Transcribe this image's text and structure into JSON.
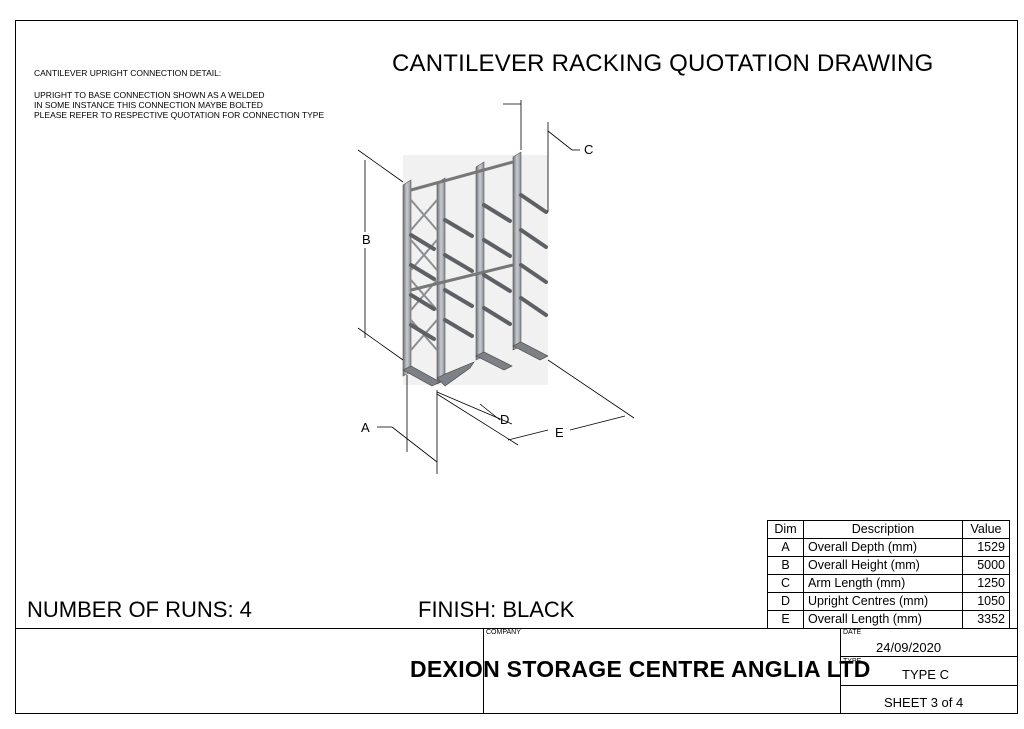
{
  "title": "CANTILEVER RACKING QUOTATION DRAWING",
  "notes": {
    "heading": "CANTILEVER UPRIGHT CONNECTION DETAIL:",
    "line1": "UPRIGHT TO BASE CONNECTION SHOWN AS A WELDED",
    "line2": "IN SOME INSTANCE THIS CONNECTION MAYBE BOLTED",
    "line3": "PLEASE REFER TO RESPECTIVE QUOTATION FOR CONNECTION TYPE"
  },
  "drawing_labels": {
    "a": "A",
    "b": "B",
    "c": "C",
    "d": "D",
    "e": "E"
  },
  "runs": "NUMBER OF RUNS: 4",
  "finish": "FINISH: BLACK",
  "dim_table": {
    "headers": {
      "dim": "Dim",
      "description": "Description",
      "value": "Value"
    },
    "rows": [
      {
        "dim": "A",
        "description": "Overall Depth (mm)",
        "value": "1529"
      },
      {
        "dim": "B",
        "description": "Overall Height (mm)",
        "value": "5000"
      },
      {
        "dim": "C",
        "description": "Arm Length (mm)",
        "value": "1250"
      },
      {
        "dim": "D",
        "description": "Upright Centres (mm)",
        "value": "1050"
      },
      {
        "dim": "E",
        "description": "Overall Length (mm)",
        "value": "3352"
      }
    ]
  },
  "title_block": {
    "company_caption": "COMPANY",
    "company": "DEXION STORAGE CENTRE ANGLIA LTD",
    "date_caption": "DATE",
    "date": "24/09/2020",
    "type_caption": "TYPE",
    "type": "TYPE C",
    "sheet": "SHEET 3 of 4"
  }
}
